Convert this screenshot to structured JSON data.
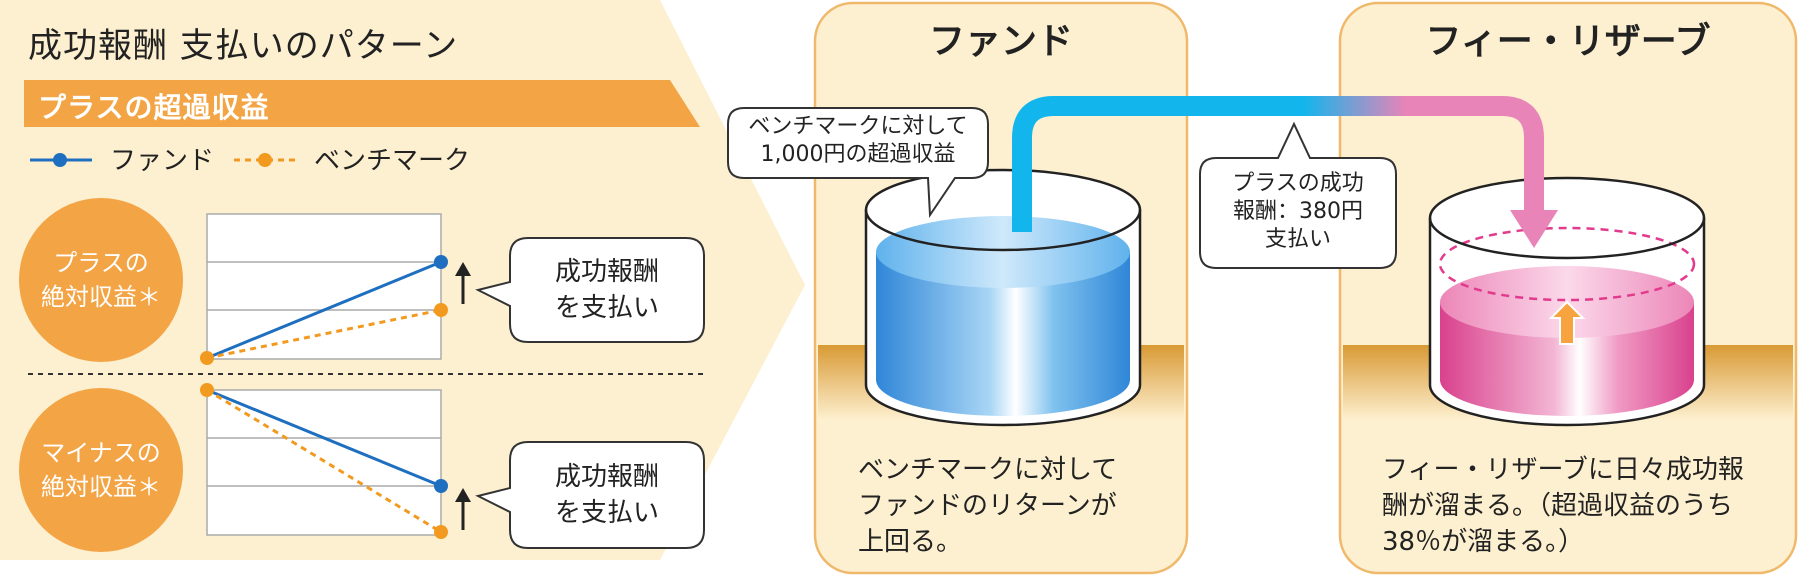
{
  "title": "成功報酬 支払いのパターン",
  "subtitle": "プラスの超過収益",
  "legend": {
    "fund": "ファンド",
    "benchmark": "ベンチマーク"
  },
  "cases": [
    {
      "line1": "プラスの",
      "line2": "絶対収益＊",
      "callout_line1": "成功報酬",
      "callout_line2": "を支払い"
    },
    {
      "line1": "マイナスの",
      "line2": "絶対収益＊",
      "callout_line1": "成功報酬",
      "callout_line2": "を支払い"
    }
  ],
  "fund_panel": {
    "title": "ファンド",
    "callout_line1": "ベンチマークに対して",
    "callout_line2": "1,000円の超過収益",
    "description": [
      "ベンチマークに対して",
      "ファンドのリターンが",
      "上回る。"
    ]
  },
  "transfer_callout": [
    "プラスの成功",
    "報酬：380円",
    "支払い"
  ],
  "reserve_panel": {
    "title": "フィー・リザーブ",
    "description": [
      "フィー・リザーブに日々成功報",
      "酬が溜まる。（超過収益のうち",
      "38％が溜まる。）"
    ]
  },
  "colors": {
    "fund": "#1e6fc0",
    "benchmark": "#f29a1f",
    "orange": "#f3a445",
    "panel_bg": "#fdf0d0",
    "panel_border": "#f0b86a"
  },
  "icons": [
    "up-arrow-icon",
    "flow-arrow-icon"
  ]
}
